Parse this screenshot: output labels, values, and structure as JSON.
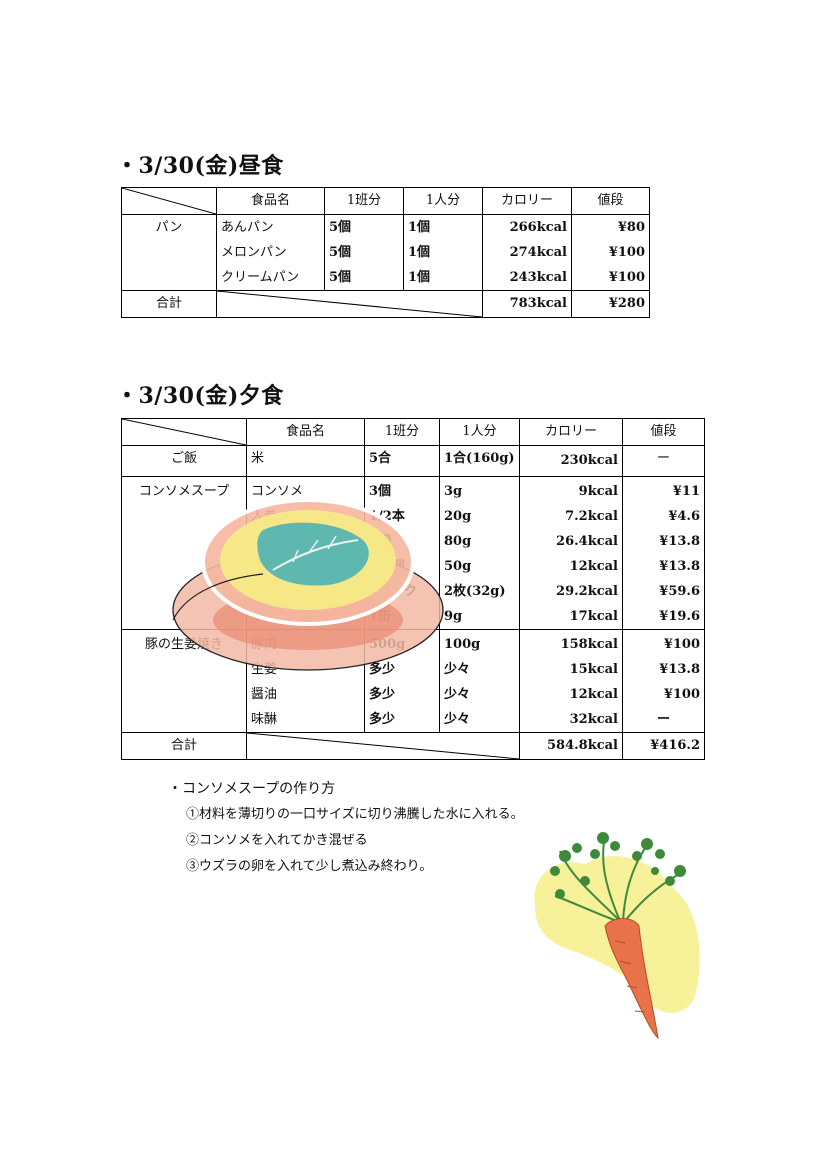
{
  "lunch": {
    "title": "・3/30(金)昼食",
    "headers": [
      "食品名",
      "1班分",
      "1人分",
      "カロリー",
      "値段"
    ],
    "category": "パン",
    "items": [
      {
        "name": "あんパン",
        "group": "5個",
        "person": "1個",
        "kcal": "266kcal",
        "price": "¥80"
      },
      {
        "name": "メロンパン",
        "group": "5個",
        "person": "1個",
        "kcal": "274kcal",
        "price": "¥100"
      },
      {
        "name": "クリームパン",
        "group": "5個",
        "person": "1個",
        "kcal": "243kcal",
        "price": "¥100"
      }
    ],
    "total": {
      "label": "合計",
      "kcal": "783kcal",
      "price": "¥280"
    }
  },
  "dinner": {
    "title": "・3/30(金)夕食",
    "headers": [
      "食品名",
      "1班分",
      "1人分",
      "カロリー",
      "値段"
    ],
    "sections": [
      {
        "category": "ご飯",
        "items": [
          {
            "name": "米",
            "group": "5合",
            "person": "1合(160g)",
            "kcal": "230kcal",
            "price": "ー"
          }
        ]
      },
      {
        "category": "コンソメスープ",
        "items": [
          {
            "name": "コンソメ",
            "group": "3個",
            "person": "3g",
            "kcal": "9kcal",
            "price": "¥11"
          },
          {
            "name": "人参",
            "group": "1/2本",
            "person": "20g",
            "kcal": "7.2kcal",
            "price": "¥4.6"
          },
          {
            "name": "タマネギ",
            "group": "2個",
            "person": "80g",
            "kcal": "26.4kcal",
            "price": "¥13.8"
          },
          {
            "name": "キャベツ",
            "group": "1/4個",
            "person": "50g",
            "kcal": "12kcal",
            "price": "¥13.8"
          },
          {
            "name": "ロースハム",
            "group": "2パック",
            "person": "2枚(32g)",
            "kcal": "29.2kcal",
            "price": "¥59.6"
          },
          {
            "name": "ウズラの卵",
            "group": "1缶",
            "person": "9g",
            "kcal": "17kcal",
            "price": "¥19.6"
          }
        ]
      },
      {
        "category": "豚の生姜焼き",
        "items": [
          {
            "name": "豚肉",
            "group": "500g",
            "person": "100g",
            "kcal": "158kcal",
            "price": "¥100"
          },
          {
            "name": "生姜",
            "group": "多少",
            "person": "少々",
            "kcal": "15kcal",
            "price": "¥13.8"
          },
          {
            "name": "醤油",
            "group": "多少",
            "person": "少々",
            "kcal": "12kcal",
            "price": "¥100"
          },
          {
            "name": "味醂",
            "group": "多少",
            "person": "少々",
            "kcal": "32kcal",
            "price": "ー"
          }
        ]
      }
    ],
    "total": {
      "label": "合計",
      "kcal": "584.8kcal",
      "price": "¥416.2"
    }
  },
  "recipe": {
    "title": "・コンソメスープの作り方",
    "steps": [
      "①材料を薄切りの一口サイズに切り沸騰した水に入れる。",
      "②コンソメを入れてかき混ぜる",
      "③ウズラの卵を入れて少し煮込み終わり。"
    ]
  },
  "colors": {
    "soup_bowl": "#f2b9a3",
    "soup_broth": "#f6ea86",
    "cabbage": "#4fb3b4",
    "carrot": "#e8734a",
    "carrot_leaf": "#3e8a3a",
    "carrot_bg": "#f7f29a"
  },
  "icons": [
    "soup-bowl-illustration",
    "carrot-illustration"
  ]
}
